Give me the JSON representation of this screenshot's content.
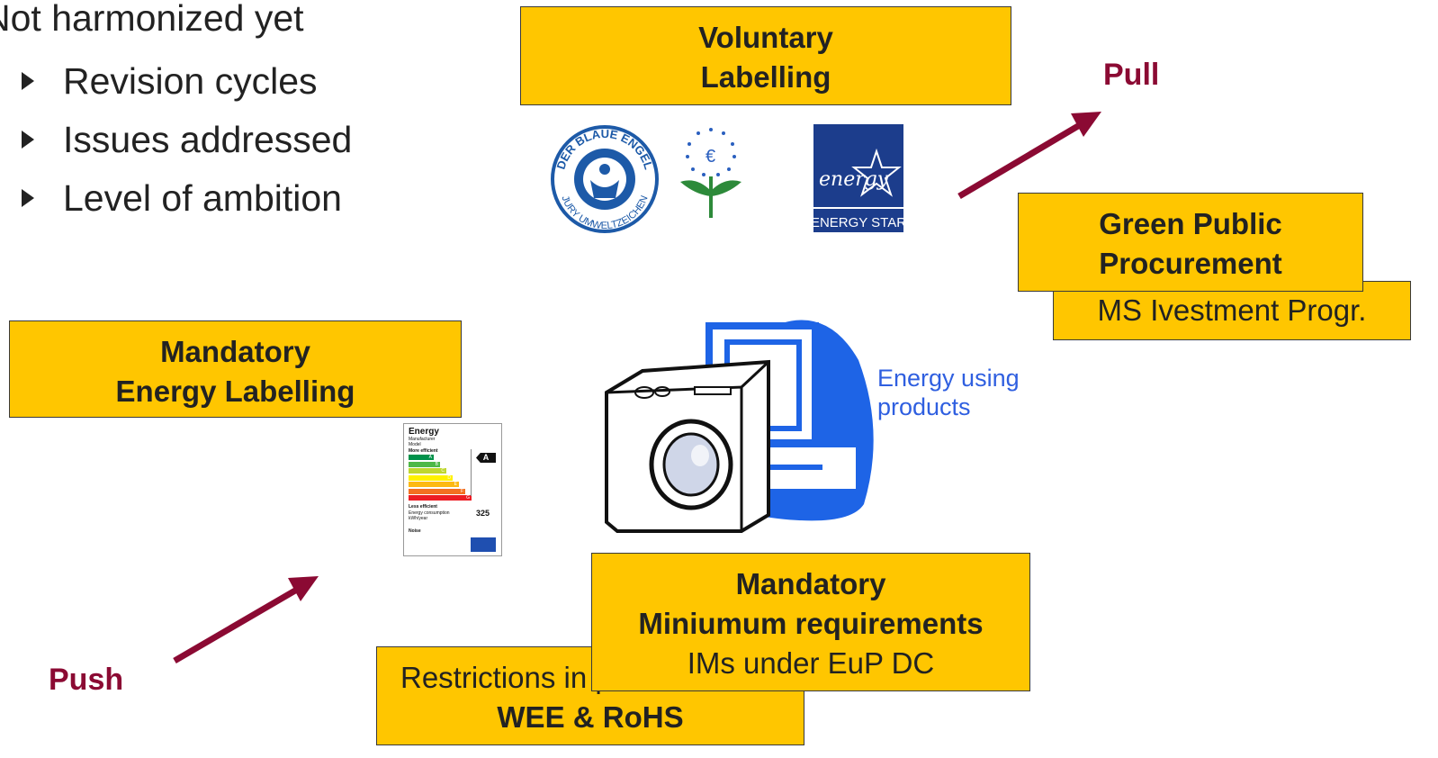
{
  "intro": {
    "heading": "Not harmonized yet",
    "bullets": [
      "Revision cycles",
      "Issues addressed",
      "Level of ambition"
    ]
  },
  "boxes": {
    "voluntary": [
      "Voluntary",
      "Labelling"
    ],
    "green": [
      "Green Public",
      "Procurement"
    ],
    "ms": "MS Ivestment Progr.",
    "mandatory_energy": [
      "Mandatory",
      "Energy Labelling"
    ],
    "mandatory_min": [
      "Mandatory",
      "Miniumum requirements",
      "IMs under EuP DC"
    ],
    "restrictions": [
      "Restrictions in p",
      "WEE & RoHS"
    ]
  },
  "arrows": {
    "pull": "Pull",
    "push": "Push"
  },
  "eup_label": [
    "Energy using",
    "products"
  ],
  "logos": {
    "blaue_engel": {
      "top": "DER BLAUE ENGEL",
      "bottom": "JURY UMWELTZEICHEN"
    },
    "eu_flower_icon": "eu-flower",
    "energy_star": {
      "script": "energy",
      "caption": "ENERGY STAR"
    }
  },
  "energy_label": {
    "title": "Energy",
    "sub1": "Manufacturer",
    "sub2": "Model",
    "more": "More efficient",
    "less": "Less efficient",
    "grades": [
      "A",
      "B",
      "C",
      "D",
      "E",
      "F",
      "G"
    ],
    "rating": "A",
    "consumption_label": "Energy consumption kWh/year",
    "consumption": "325",
    "noise": "Noise"
  },
  "colors": {
    "box": "#ffc600",
    "arrow": "#8b0a33",
    "eup_blue": "#1e64e6"
  }
}
